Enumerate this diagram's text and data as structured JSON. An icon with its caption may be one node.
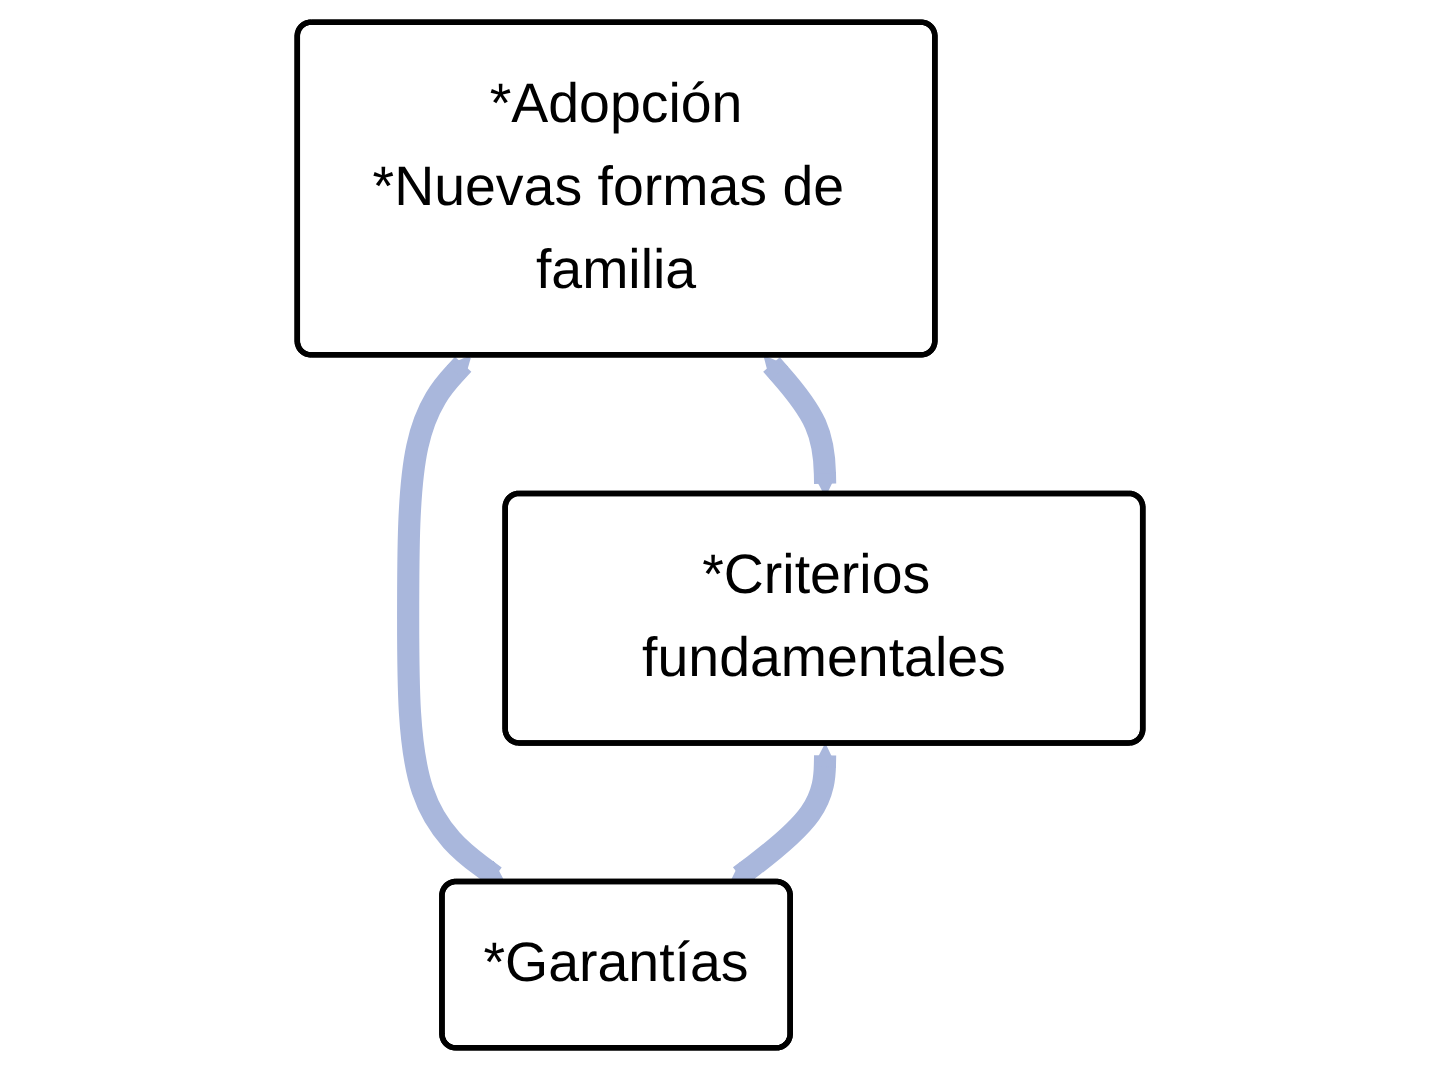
{
  "diagram": {
    "nodes": [
      {
        "text": [
          "*Adopción",
          "*Nuevas formas de familia"
        ]
      },
      {
        "text": [
          "*Criterios fundamentales"
        ]
      },
      {
        "text": [
          "*Garantías"
        ]
      }
    ],
    "edges": [
      {
        "from": 0,
        "to": 1,
        "arrow": "both"
      },
      {
        "from": 0,
        "to": 2,
        "arrow": "both"
      },
      {
        "from": 1,
        "to": 2,
        "arrow": "both"
      }
    ]
  }
}
